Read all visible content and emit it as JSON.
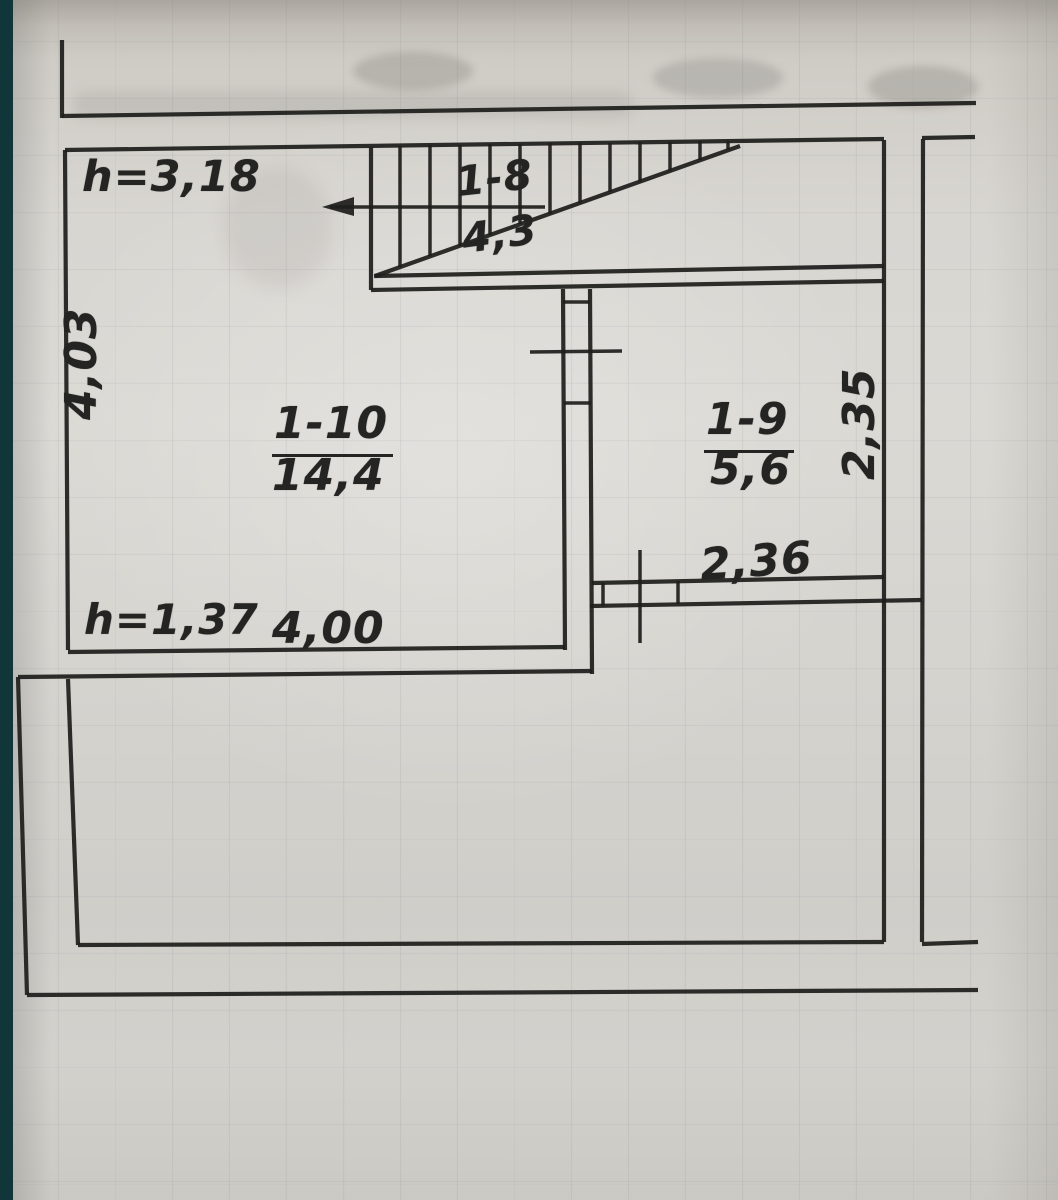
{
  "scan": {
    "edge_color": "#113639",
    "paper_color": "#d6d4cf",
    "ink_color": "#1e1e1c"
  },
  "plan": {
    "rooms": [
      {
        "number": "1-8",
        "area": "4,3",
        "kind": "staircase"
      },
      {
        "number": "1-10",
        "area": "14,4"
      },
      {
        "number": "1-9",
        "area": "5,6"
      }
    ],
    "labels": {
      "ceiling_height_upper": "h=3,18",
      "ceiling_height_lower": "h=1,37",
      "stair_number": "1-8",
      "stair_area": "4,3",
      "room110_number": "1-10",
      "room110_area": "14,4",
      "room19_number": "1-9",
      "room19_area": "5,6",
      "dim_room110_width": "4,00",
      "dim_room110_height": "4,03",
      "dim_room19_width": "2,36",
      "dim_room19_height": "2,35"
    }
  }
}
